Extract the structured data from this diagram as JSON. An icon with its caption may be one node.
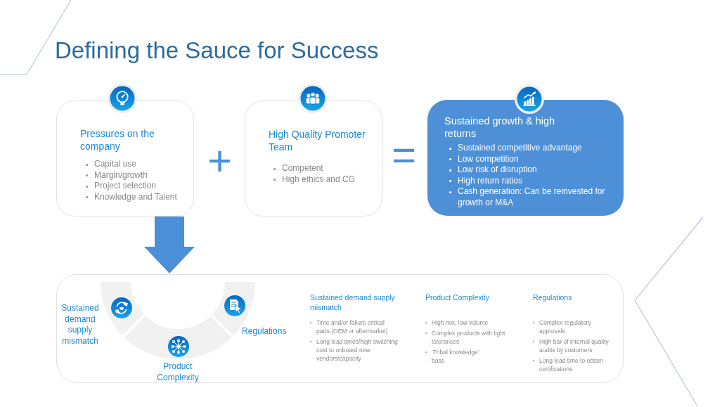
{
  "diagram": {
    "title": "Defining the Sauce for Success",
    "nodes": [
      {
        "text": [
          "Pressures on the company",
          "Capital use",
          "Margin/growth",
          "Project selection",
          "Knowledge and Talent"
        ]
      },
      {
        "text": [
          "High Quality Promoter Team",
          "Competent",
          "High ethics and CG"
        ]
      },
      {
        "text": [
          "Sustained growth & high returns",
          "Sustained competitive advantage",
          "Low competition",
          "Low risk of disruption",
          "High return ratios",
          "Cash generation: Can be reinvested for growth or M&A"
        ]
      },
      {
        "text": [
          "Sustained demand supply mismatch",
          "Time and/or failure critical parts (OEM or aftermarket)",
          "Long lead times/high switching cost to onboard new vendors/capacity",
          "Product Complexity",
          "High mix, low volume",
          "Complex products with tight tolerances",
          "‘Tribal knowledge’ base",
          "Regulations",
          "Complex regulatory approvals",
          "High bar of internal quality audits by customers",
          "Long lead time to obtain certifications"
        ]
      },
      {
        "text": [
          "Sustained demand supply mismatch"
        ],
        "in": 3
      },
      {
        "text": [
          "Product Complexity"
        ],
        "in": 3
      },
      {
        "text": [
          "Regulations"
        ],
        "in": 3
      }
    ],
    "edges": [
      {
        "from": 0,
        "to": 3,
        "arrow": "to"
      }
    ],
    "labels": [
      "+",
      "="
    ]
  }
}
